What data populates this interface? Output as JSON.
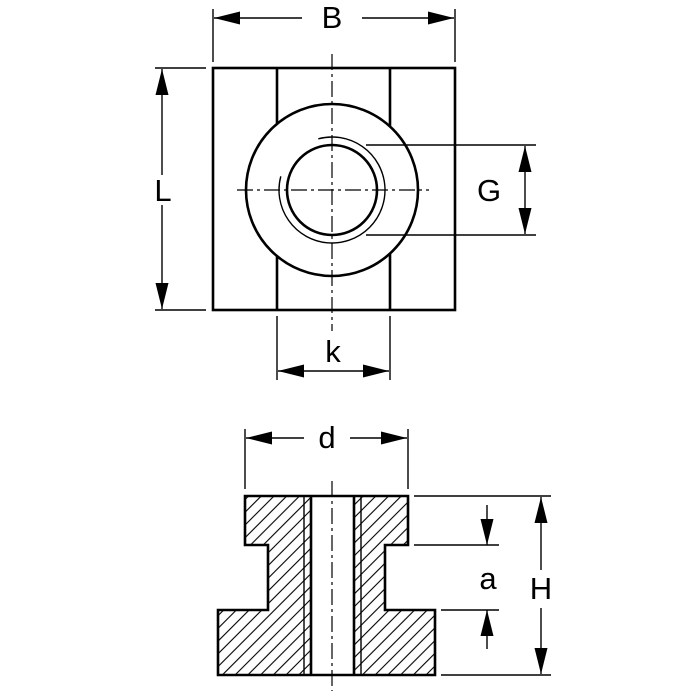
{
  "drawing": {
    "type": "technical-dimension-drawing",
    "subject": "t-slot-nut-two-views",
    "colors": {
      "line": "#000000",
      "background": "#ffffff"
    }
  },
  "dimensions": {
    "width": "B",
    "length": "L",
    "thread": "G",
    "key_width": "k",
    "diameter": "d",
    "step_height": "a",
    "height": "H"
  }
}
